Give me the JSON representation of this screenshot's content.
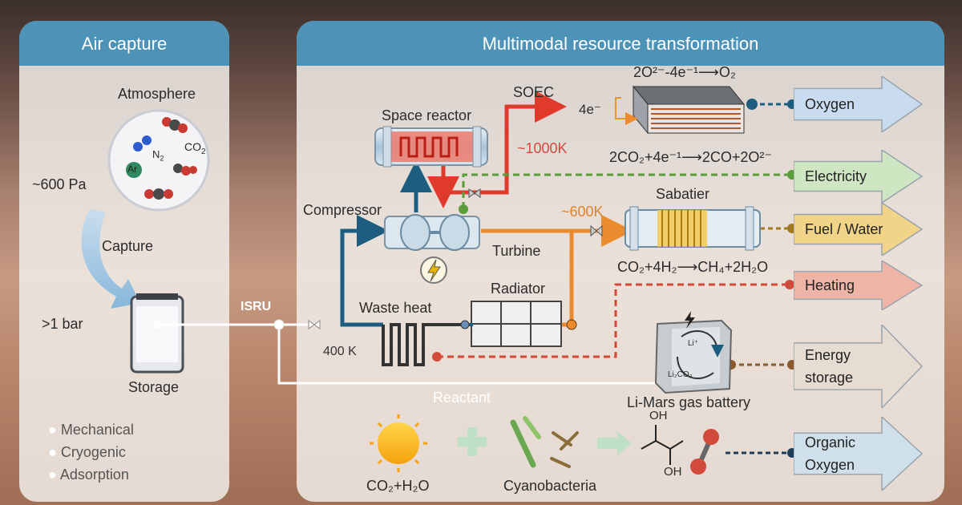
{
  "left_panel": {
    "title": "Air capture",
    "atmosphere": "Atmosphere",
    "n2": "N",
    "n2_sub": "2",
    "co2": "CO",
    "co2_sub": "2",
    "ar": "Ar",
    "pressure_low": "~600 Pa",
    "capture": "Capture",
    "pressure_high": ">1 bar",
    "storage": "Storage",
    "methods": [
      "Mechanical",
      "Cryogenic",
      "Adsorption"
    ]
  },
  "right_panel": {
    "title": "Multimodal resource transformation",
    "isru": "ISRU",
    "space_reactor": "Space reactor",
    "soec": "SOEC",
    "temp_high": "~1000K",
    "temp_mid": "~600K",
    "temp_low": "400 K",
    "compressor": "Compressor",
    "turbine": "Turbine",
    "radiator": "Radiator",
    "waste_heat": "Waste heat",
    "reactant": "Reactant",
    "sabatier": "Sabatier",
    "soec_eq_top": "2O²⁻-4e⁻¹⟶O₂",
    "soec_electrons": "4e⁻",
    "soec_eq_bottom": "2CO₂+4e⁻¹⟶2CO+2O²⁻",
    "sabatier_eq": "CO₂+4H₂⟶CH₄+2H₂O",
    "battery": "Li-Mars gas battery",
    "battery_li": "Li⁺",
    "battery_li2co3": "Li₂CO₃",
    "bio_inputs": "CO₂+H₂O",
    "cyanobacteria": "Cyanobacteria",
    "oh_top": "OH",
    "oh_bottom": "OH"
  },
  "outputs": [
    {
      "label": "Oxygen",
      "color": "#c9dcef"
    },
    {
      "label": "Electricity",
      "color": "#cfe6c2"
    },
    {
      "label": "Fuel / Water",
      "color": "#f2d489"
    },
    {
      "label": "Heating",
      "color": "#eeb4a6"
    },
    {
      "label": "Energy\nstorage",
      "color": "#e6dcd2"
    },
    {
      "label": "Organic\nOxygen",
      "color": "#cfe0ea"
    }
  ],
  "colors": {
    "header_blue": "#4d93b8",
    "cold_blue": "#1d5d80",
    "hot_red": "#e03a2c",
    "warm_orange": "#ec8a2e",
    "electric_green": "#5c9c3a"
  }
}
